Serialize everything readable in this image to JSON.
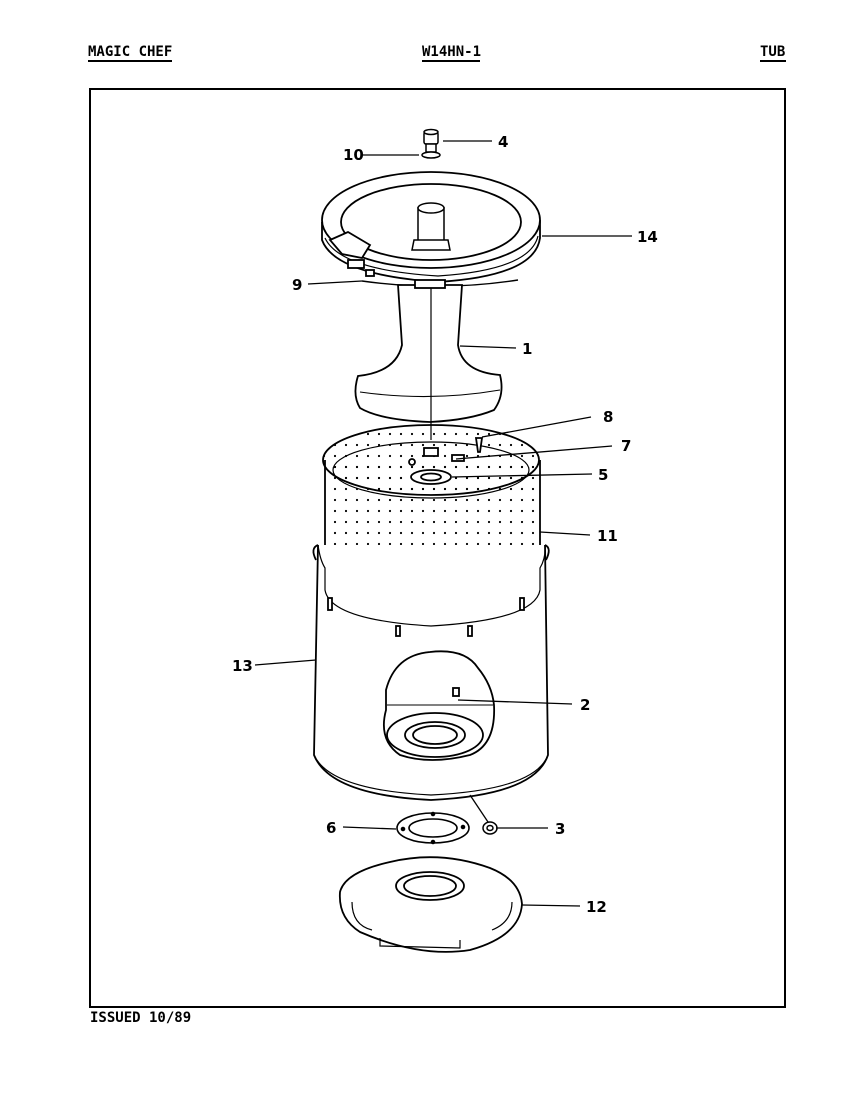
{
  "header": {
    "brand": "MAGIC CHEF",
    "model": "W14HN-1",
    "section": "TUB"
  },
  "footer": {
    "issued": "ISSUED 10/89"
  },
  "callouts": {
    "c1": "1",
    "c2": "2",
    "c3": "3",
    "c4": "4",
    "c5": "5",
    "c6": "6",
    "c7": "7",
    "c8": "8",
    "c9": "9",
    "c10": "10",
    "c11": "11",
    "c12": "12",
    "c13": "13",
    "c14": "14"
  }
}
